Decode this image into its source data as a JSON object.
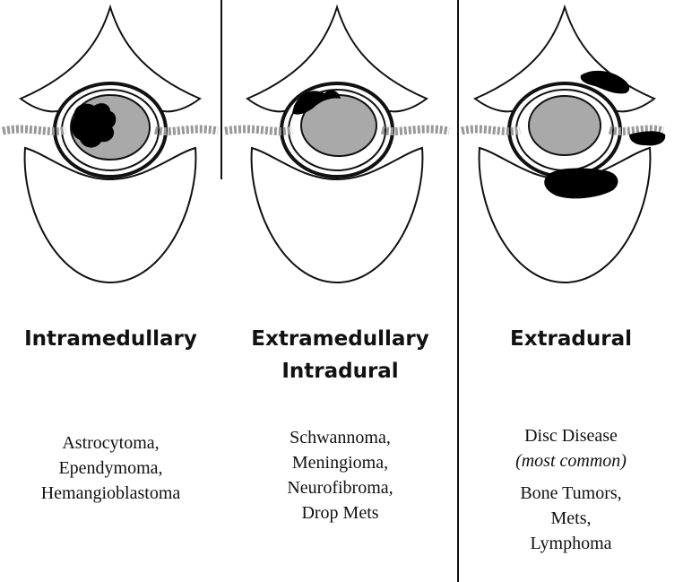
{
  "panels": [
    {
      "title_lines": [
        "Intramedullary"
      ],
      "items": [
        "Astrocytoma,",
        "Ependymoma,",
        "Hemangioblastoma"
      ]
    },
    {
      "title_lines": [
        "Extramedullary",
        "Intradural"
      ],
      "items": [
        "Schwannoma,",
        "Meningioma,",
        "Neurofibroma,",
        "Drop Mets"
      ]
    },
    {
      "title_lines": [
        "Extradural"
      ],
      "items_top": [
        "Disc Disease"
      ],
      "note": "(most common)",
      "items_bottom": [
        "Bone Tumors,",
        "Mets,",
        "Lymphoma"
      ]
    }
  ],
  "colors": {
    "ink": "#111111",
    "cord": "#a9a9a9",
    "lesion": "#000000",
    "background": "#ffffff"
  }
}
